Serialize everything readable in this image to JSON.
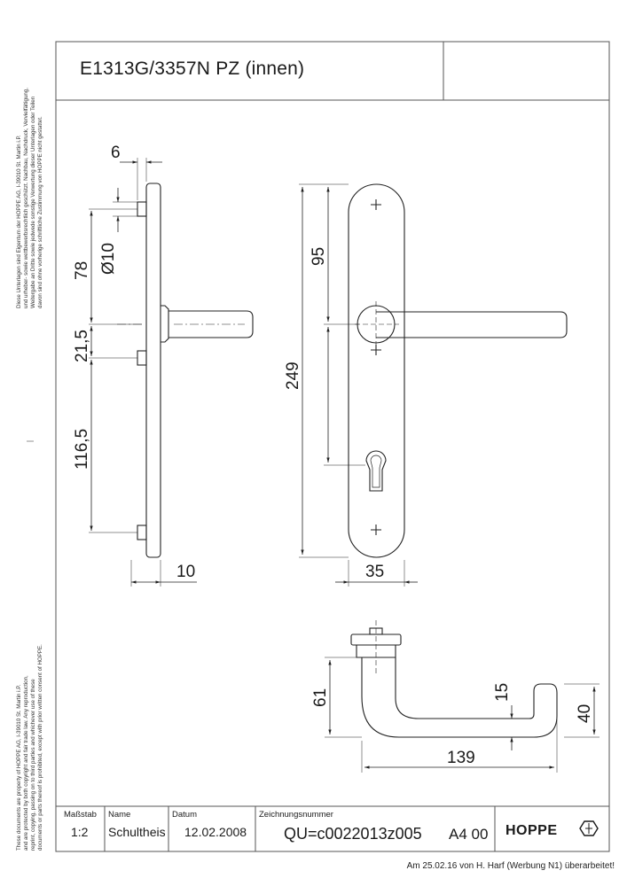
{
  "title": "E1313G/3357N PZ (innen)",
  "side_notice_de": [
    "Diese Unterlagen sind Eigentum der HOPPE AG, I-39010 St. Martin i.P.",
    "und urheber- sowie wettbewerbsrechtlich geschützt. Nachbau, Nachdruck, Vervielfältigung,",
    "Weitergabe an Dritte sowie jedwede sonstige Verwertung dieser Unterlagen oder Teilen",
    "davon sind ohne vorherige schriftliche Zustimmung von HOPPE nicht gestattet."
  ],
  "side_notice_en": [
    "These documents are property of HOPPE AG, I-39010 St. Martin i.P.",
    "and are protected by both copyright and fair trade law. Any reproduction,",
    "reprint, copying, passing on to third parties and whichever use of these",
    "documents or parts thereof is prohibited, except with prior written consent of HOPPE."
  ],
  "dimensions": {
    "d6": "6",
    "d10_dia": "Ø10",
    "d78": "78",
    "d21_5": "21,5",
    "d116_5": "116,5",
    "d10": "10",
    "d95": "95",
    "d249": "249",
    "d35": "35",
    "d61": "61",
    "d15": "15",
    "d40": "40",
    "d139": "139"
  },
  "title_block": {
    "scale_label": "Maßstab",
    "scale_value": "1:2",
    "name_label": "Name",
    "name_value": "Schultheis",
    "date_label": "Datum",
    "date_value": "12.02.2008",
    "drawing_label": "Zeichnungsnummer",
    "drawing_value": "QU=c0022013z005",
    "format_value": "A4 00",
    "brand": "HOPPE"
  },
  "footer_note": "Am 25.02.16 von H. Harf (Werbung N1) überarbeitet!"
}
